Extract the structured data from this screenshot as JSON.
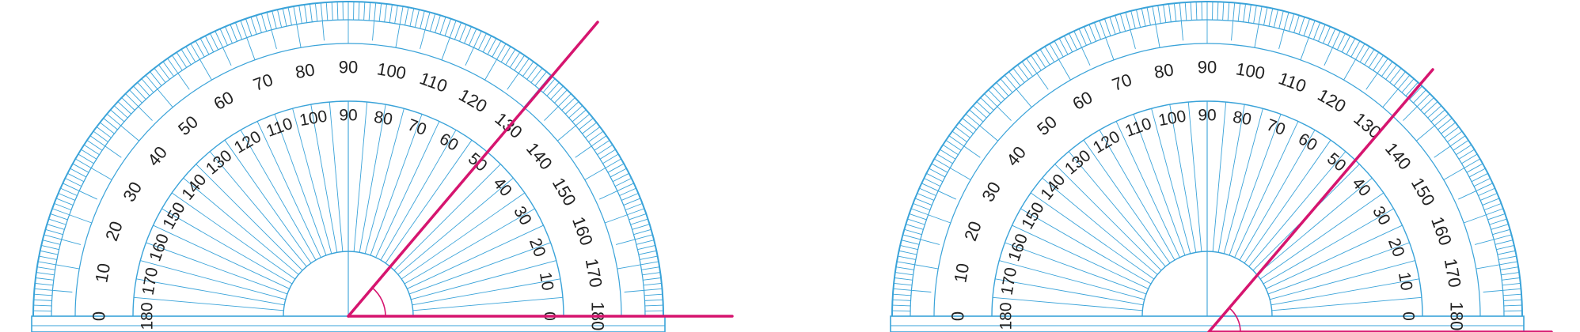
{
  "colors": {
    "protractor": "#3aa3d9",
    "angle_line": "#d6156f",
    "label_text": "#222222"
  },
  "scales": {
    "outer": [
      "0",
      "10",
      "20",
      "30",
      "40",
      "50",
      "60",
      "70",
      "80",
      "90",
      "100",
      "110",
      "120",
      "130",
      "140",
      "150",
      "160",
      "170",
      "180"
    ],
    "inner": [
      "180",
      "170",
      "160",
      "150",
      "140",
      "130",
      "120",
      "110",
      "100",
      "90",
      "80",
      "70",
      "60",
      "50",
      "40",
      "30",
      "20",
      "10",
      "0"
    ]
  },
  "figures": [
    {
      "name": "left-protractor",
      "vertex": "center",
      "ray_angle_deg": 50
    },
    {
      "name": "right-protractor",
      "vertex": "left-of-center",
      "ray_angle_deg": 50
    }
  ]
}
